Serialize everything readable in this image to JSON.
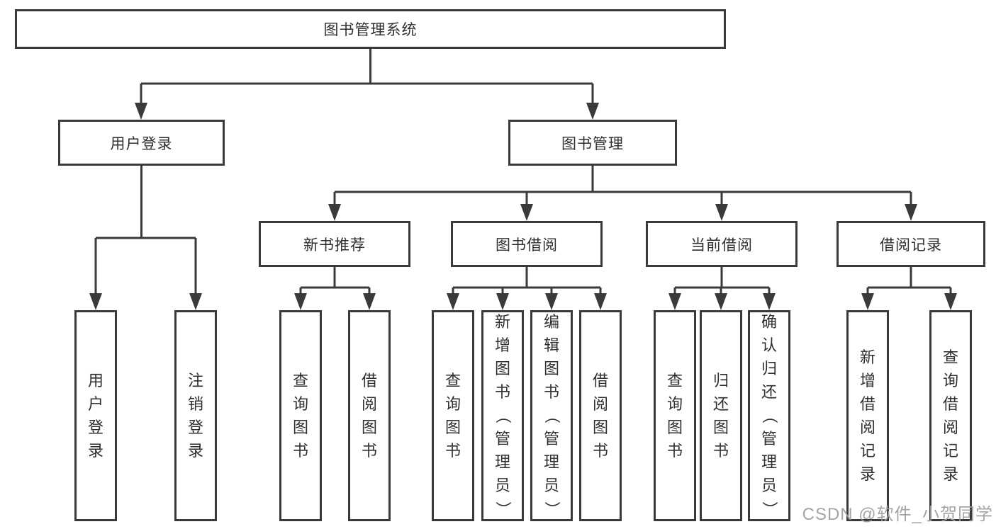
{
  "diagram": {
    "root": {
      "label": "图书管理系统"
    },
    "level2": [
      {
        "label": "用户登录"
      },
      {
        "label": "图书管理"
      }
    ],
    "level3": [
      {
        "label": "新书推荐"
      },
      {
        "label": "图书借阅"
      },
      {
        "label": "当前借阅"
      },
      {
        "label": "借阅记录"
      }
    ],
    "leaves": [
      {
        "label": "用户登录"
      },
      {
        "label": "注销登录"
      },
      {
        "label": "查询图书"
      },
      {
        "label": "借阅图书"
      },
      {
        "label": "查询图书"
      },
      {
        "label": "新增图书（管理员）"
      },
      {
        "label": "编辑图书（管理员）"
      },
      {
        "label": "借阅图书"
      },
      {
        "label": "查询图书"
      },
      {
        "label": "归还图书"
      },
      {
        "label": "确认归还（管理员）"
      },
      {
        "label": "新增借阅记录"
      },
      {
        "label": "查询借阅记录"
      }
    ],
    "line_color": "#3a3a3a",
    "text_color": "#2f2f2f"
  },
  "watermark": {
    "label": "CSDN @软件_小贺同学",
    "color": "#a0a0a0"
  }
}
